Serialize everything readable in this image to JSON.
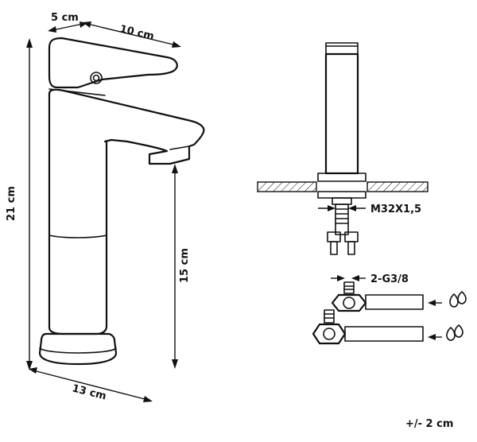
{
  "dimensions": {
    "top_depth": "5 cm",
    "spout_length": "10 cm",
    "total_height": "21 cm",
    "spout_height": "15 cm",
    "base_depth": "13 cm",
    "tolerance": "+/- 2 cm"
  },
  "installation": {
    "mount_thread": "M32X1,5",
    "hose_thread": "2-G3/8"
  },
  "icons": [
    "cold-water-drops-icon",
    "hot-water-drops-icon"
  ]
}
